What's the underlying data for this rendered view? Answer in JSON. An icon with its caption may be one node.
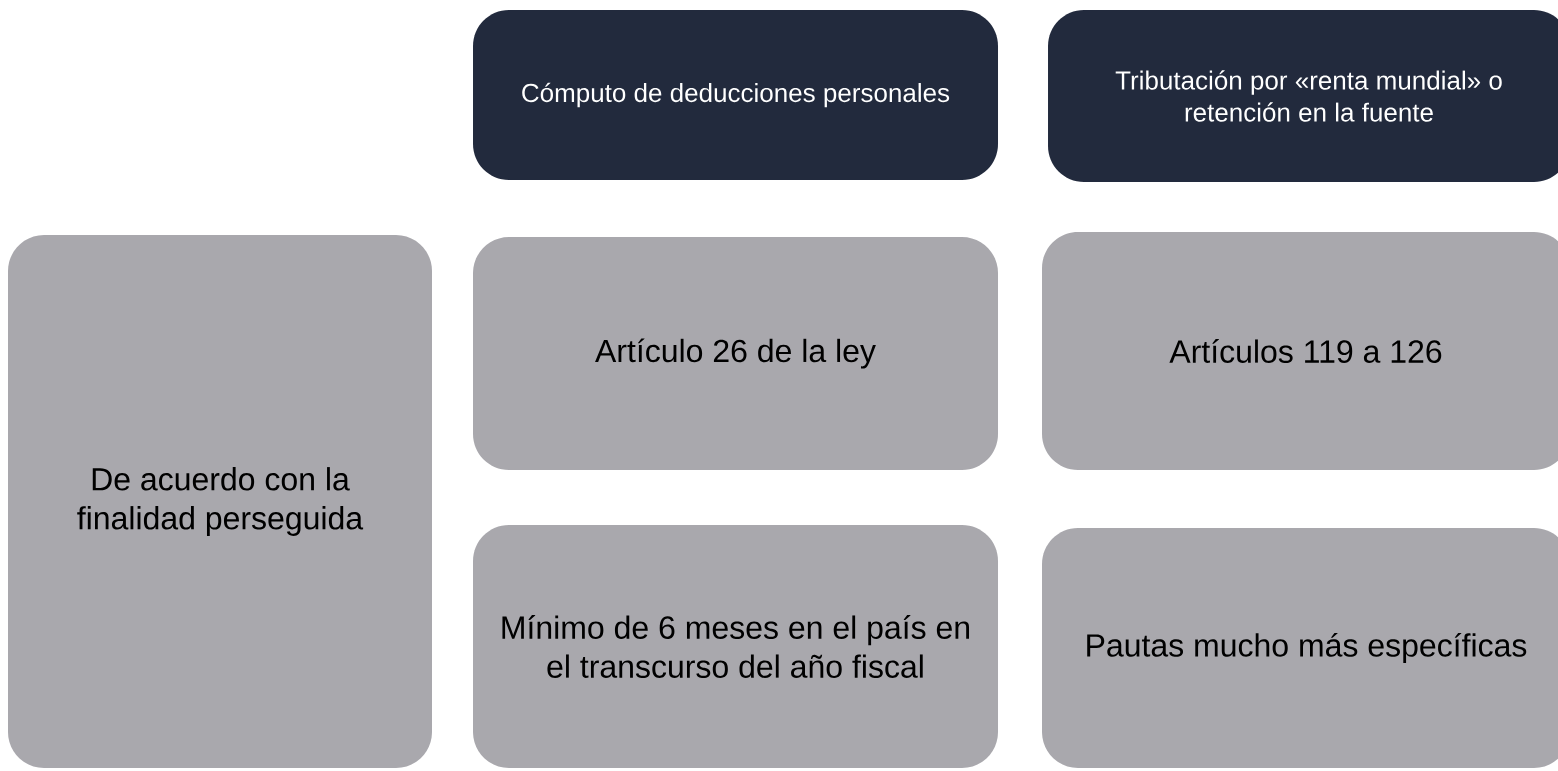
{
  "diagram": {
    "nodes": [
      {
        "text": [
          "Cómputo de deducciones personales"
        ]
      },
      {
        "text": [
          "Tributación por «renta mundial» o retención en la fuente"
        ]
      },
      {
        "text": [
          "De acuerdo con la finalidad perseguida"
        ]
      },
      {
        "text": [
          "Artículo 26 de la ley"
        ]
      },
      {
        "text": [
          "Artículos 119 a 126"
        ]
      },
      {
        "text": [
          "Mínimo de 6 meses en el país en el transcurso del año fiscal"
        ]
      },
      {
        "text": [
          "Pautas mucho más específicas"
        ]
      }
    ]
  }
}
